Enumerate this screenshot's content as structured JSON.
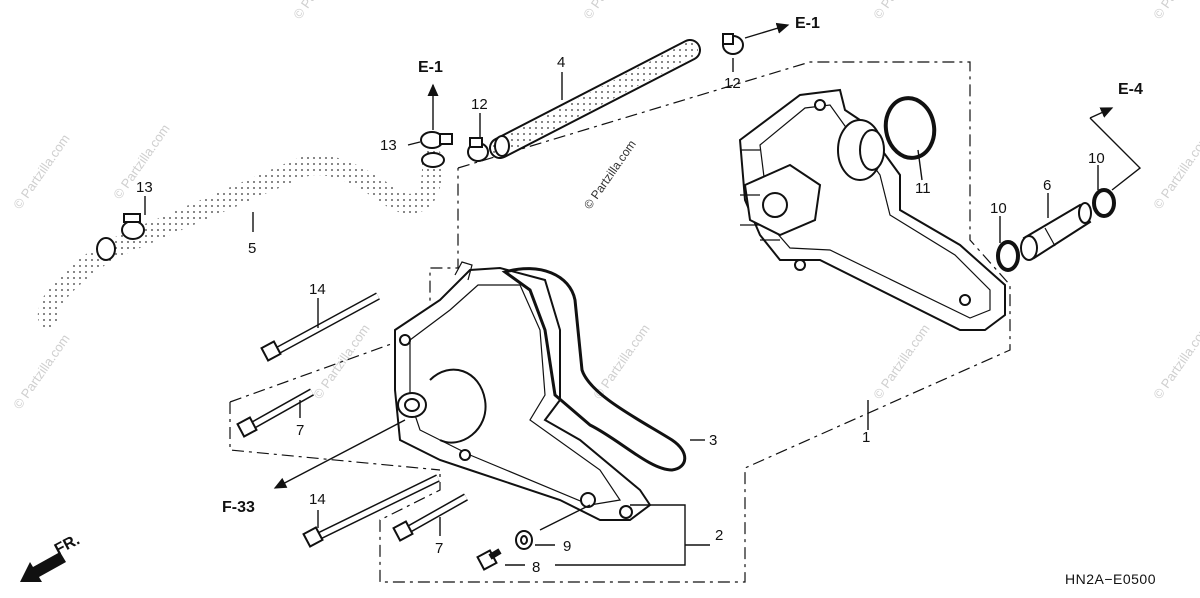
{
  "watermark": "© Partzilla.com",
  "diagram_code": "HN2A−E0500",
  "refs": {
    "e1_top": "E-1",
    "e1_right": "E-1",
    "e4": "E-4",
    "f33": "F-33",
    "front": "FR."
  },
  "callouts": {
    "c1": "1",
    "c2": "2",
    "c3": "3",
    "c4": "4",
    "c5": "5",
    "c6": "6",
    "c7a": "7",
    "c7b": "7",
    "c8": "8",
    "c9": "9",
    "c10a": "10",
    "c10b": "10",
    "c11": "11",
    "c12a": "12",
    "c12b": "12",
    "c13a": "13",
    "c13b": "13",
    "c14a": "14",
    "c14b": "14"
  }
}
